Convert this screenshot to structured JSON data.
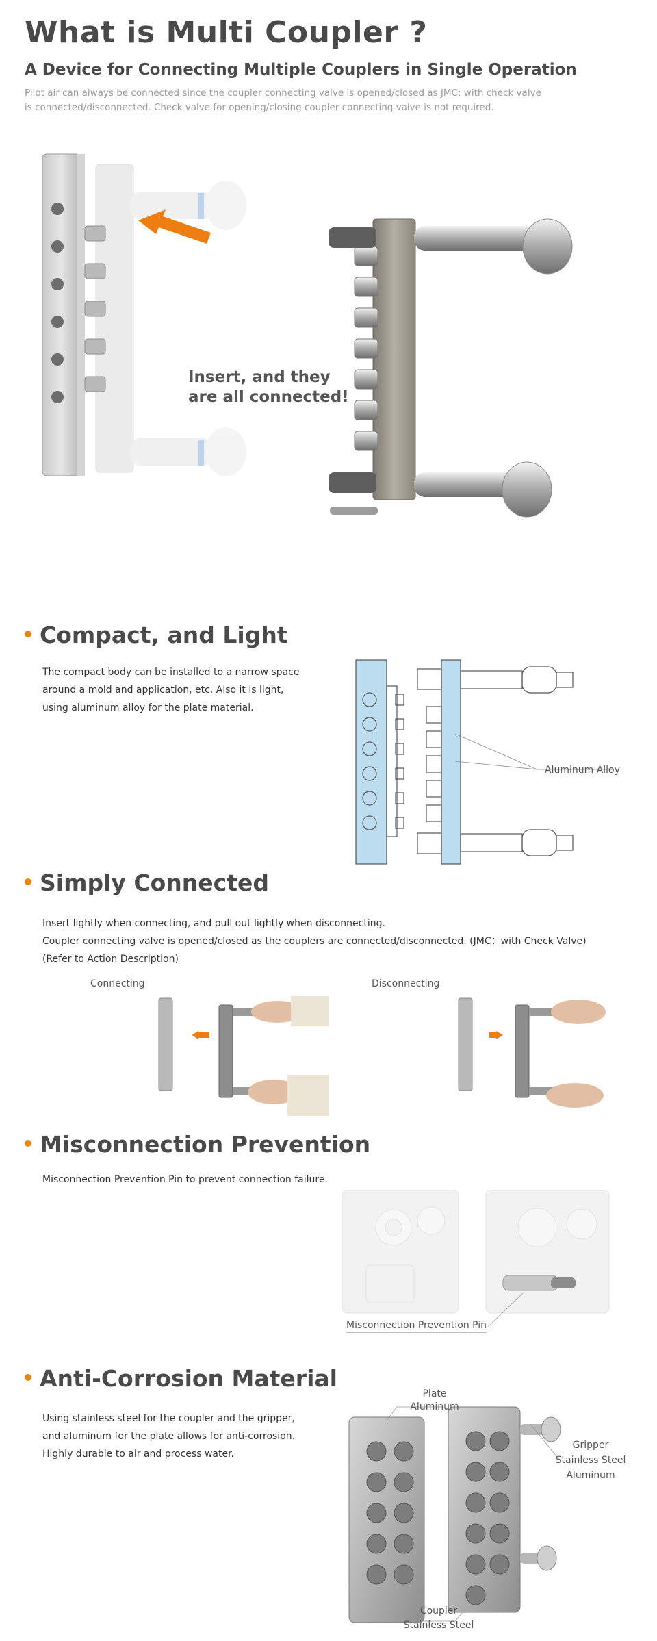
{
  "header": {
    "title": "What is Multi Coupler ?",
    "subtitle": "A Device for Connecting Multiple Couplers in Single Operation",
    "lead": "Pilot air can always be connected since the coupler connecting valve is opened/closed as JMC: with check valve is connected/disconnected. Check valve for opening/closing coupler connecting valve is not required."
  },
  "hero": {
    "insert_line1": "Insert, and they",
    "insert_line2": "are all connected!"
  },
  "compact": {
    "title": "Compact, and Light",
    "text_lines": [
      "The compact body can be installed to a narrow space",
      "around a mold and application, etc. Also it is light,",
      "using aluminum alloy for the plate material."
    ],
    "callout": "Aluminum Alloy"
  },
  "simply": {
    "title": "Simply Connected",
    "text_lines": [
      "Insert lightly when connecting, and pull out lightly when disconnecting.",
      "Coupler connecting valve is opened/closed as the couplers are connected/disconnected. (JMC：with Check Valve)",
      "(Refer to Action Description)"
    ],
    "connecting": "Connecting",
    "disconnecting": "Disconnecting"
  },
  "miscon": {
    "title": "Misconnection Prevention",
    "text": "Misconnection Prevention Pin to prevent connection failure.",
    "callout": "Misconnection Prevention Pin"
  },
  "anticorr": {
    "title": "Anti-Corrosion Material",
    "text_lines": [
      "Using stainless steel for the coupler and the gripper,",
      "and aluminum for the plate allows for anti-corrosion.",
      "Highly durable to air and process water."
    ],
    "plate_label": "Plate",
    "plate_material": "Aluminum",
    "gripper_label": "Gripper",
    "gripper_material1": "Stainless Steel",
    "gripper_material2": "Aluminum",
    "coupler_label": "Coupler",
    "coupler_material": "Stainless Steel"
  },
  "colors": {
    "accent": "#e9860e",
    "heading": "#4a4a4a",
    "lead": "#9a9a9a",
    "drawing_blue": "#bcdcef"
  }
}
